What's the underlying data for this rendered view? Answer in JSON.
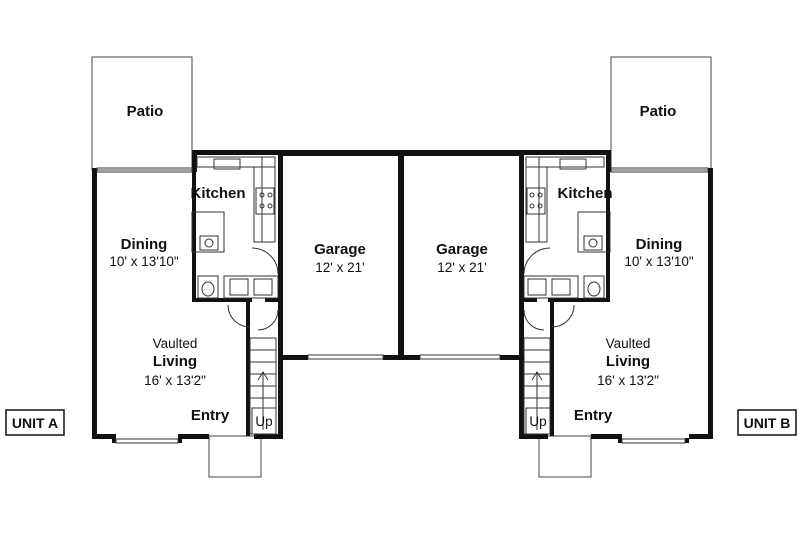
{
  "unit_a": {
    "label": "UNIT A",
    "patio": "Patio",
    "kitchen": "Kitchen",
    "dining": "Dining",
    "dining_size": "10' x 13'10\"",
    "living_prefix": "Vaulted",
    "living": "Living",
    "living_size": "16' x 13'2\"",
    "entry": "Entry",
    "stairs": "Up",
    "garage": "Garage",
    "garage_size": "12' x 21'"
  },
  "unit_b": {
    "label": "UNIT B",
    "patio": "Patio",
    "kitchen": "Kitchen",
    "dining": "Dining",
    "dining_size": "10' x 13'10\"",
    "living_prefix": "Vaulted",
    "living": "Living",
    "living_size": "16' x 13'2\"",
    "entry": "Entry",
    "stairs": "Up",
    "garage": "Garage",
    "garage_size": "12' x 21'"
  }
}
